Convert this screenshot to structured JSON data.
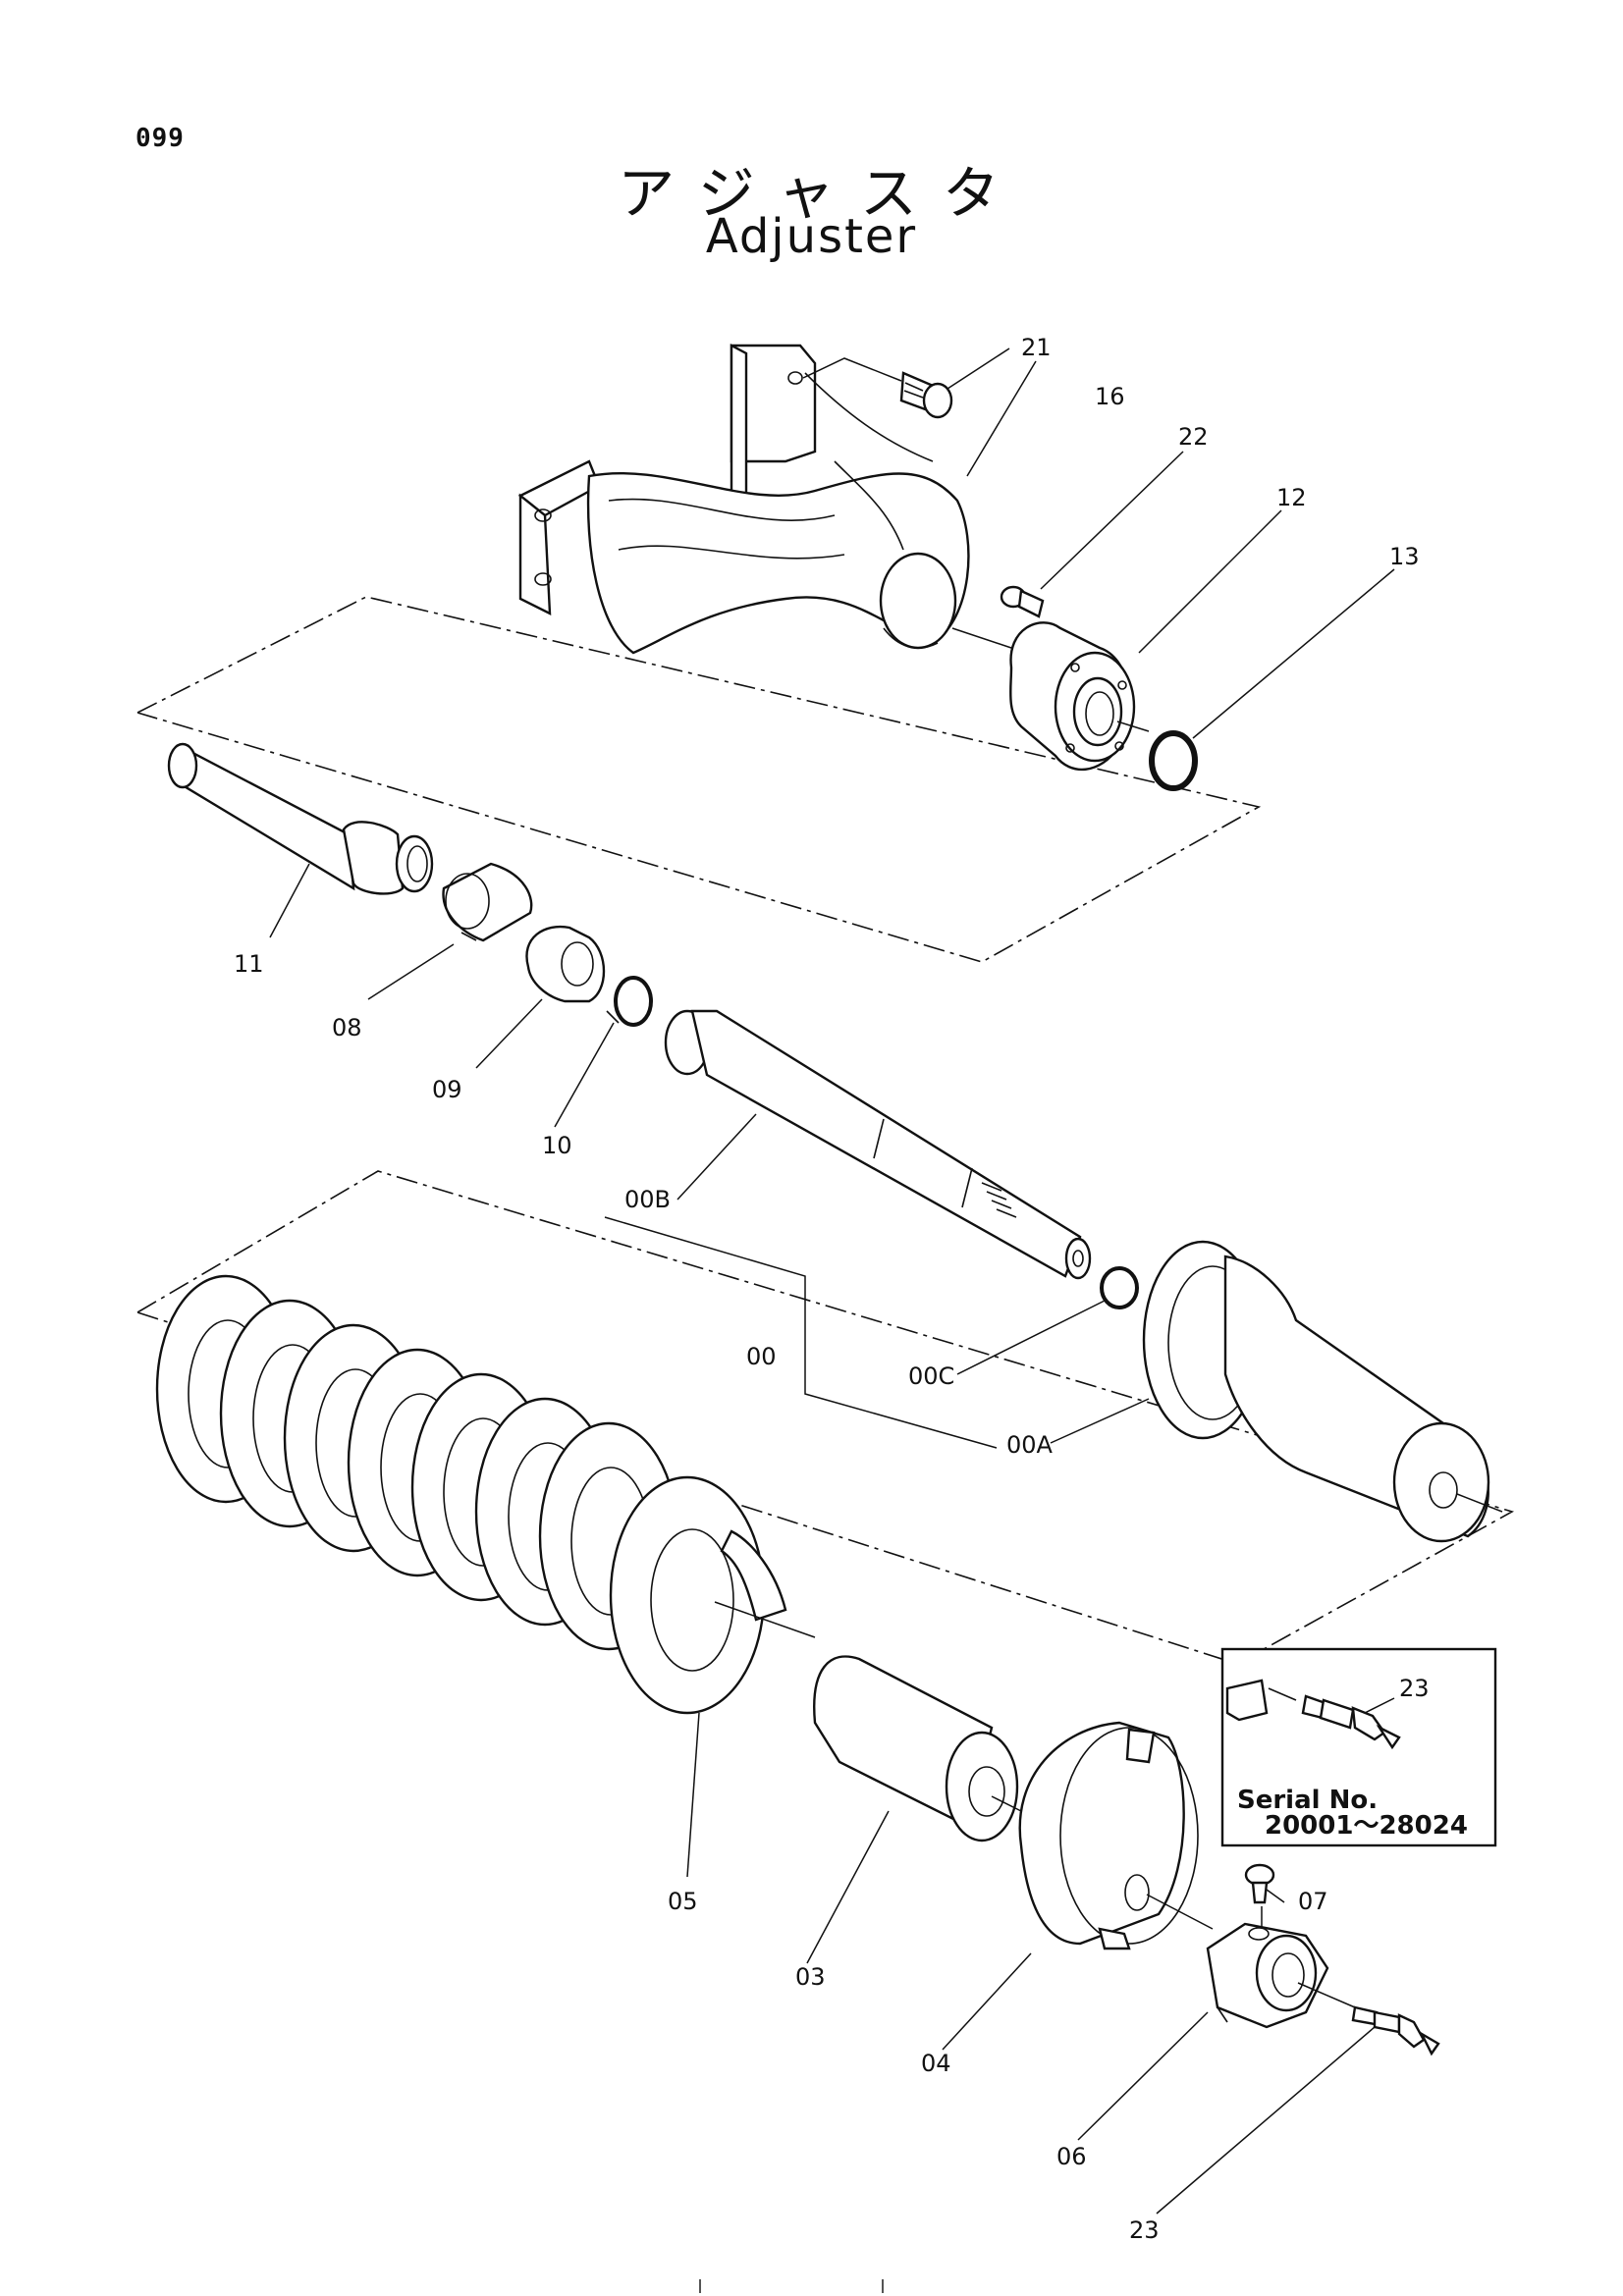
{
  "page_number": "099",
  "title_jp": "アジャスタ",
  "title_en": "Adjuster",
  "inset": {
    "serial_label": "Serial No.",
    "serial_range": "20001〜28024",
    "part_label": "23"
  },
  "parts": [
    {
      "no": "21"
    },
    {
      "no": "16"
    },
    {
      "no": "22"
    },
    {
      "no": "12"
    },
    {
      "no": "13"
    },
    {
      "no": "11"
    },
    {
      "no": "08"
    },
    {
      "no": "09"
    },
    {
      "no": "10"
    },
    {
      "no": "00B"
    },
    {
      "no": "00"
    },
    {
      "no": "00C"
    },
    {
      "no": "00A"
    },
    {
      "no": "05"
    },
    {
      "no": "03"
    },
    {
      "no": "04"
    },
    {
      "no": "07"
    },
    {
      "no": "06"
    },
    {
      "no": "23"
    }
  ]
}
